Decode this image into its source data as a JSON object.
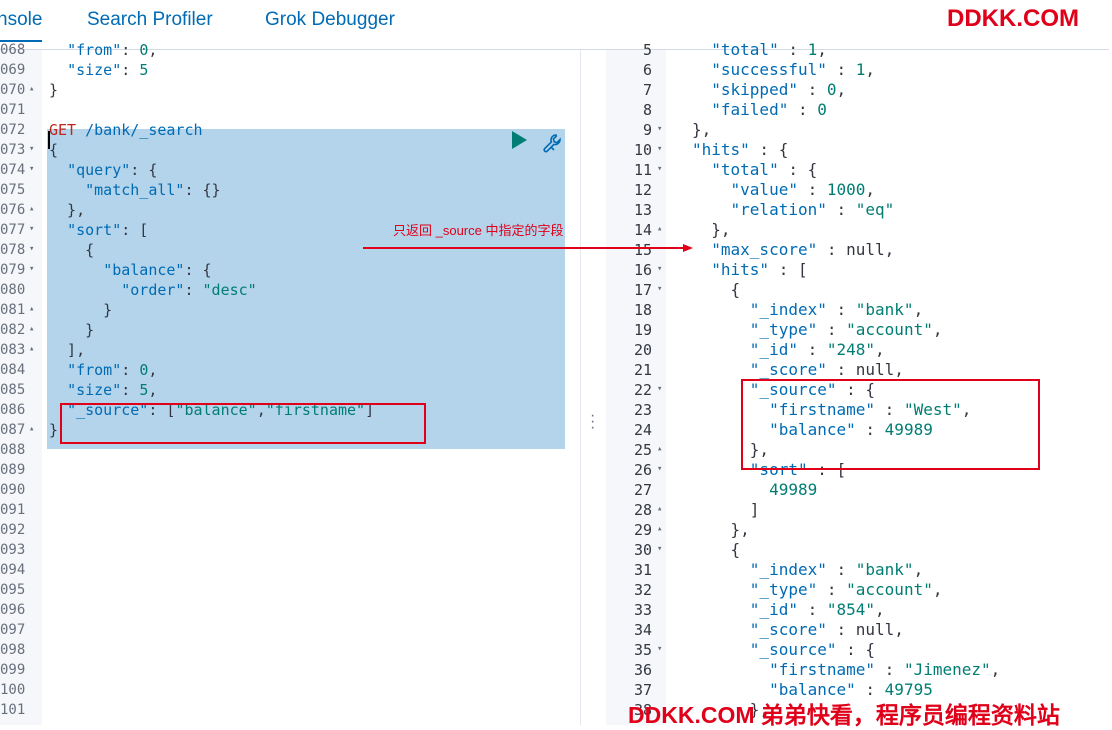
{
  "tabs": [
    {
      "label": "nsole",
      "active": true
    },
    {
      "label": "Search Profiler",
      "active": false
    },
    {
      "label": "Grok Debugger",
      "active": false
    }
  ],
  "brand": "DDKK.COM",
  "footer": "DDKK.COM 弟弟快看，程序员编程资料站",
  "annotation": "只返回 _source 中指定的字段",
  "colors": {
    "accent": "#006bb4",
    "string": "#017d73",
    "method": "#bd271e",
    "selection": "#b3d4ea",
    "annotation": "#e0001a"
  },
  "icons": {
    "run": "play-icon",
    "settings": "wrench-icon"
  },
  "editor": {
    "line_numbers": [
      "068",
      "069",
      "070",
      "071",
      "072",
      "073",
      "074",
      "075",
      "076",
      "077",
      "078",
      "079",
      "080",
      "081",
      "082",
      "083",
      "084",
      "085",
      "086",
      "087",
      "088",
      "089",
      "090",
      "091",
      "092",
      "093",
      "094",
      "095",
      "096",
      "097",
      "098",
      "099",
      "100",
      "101"
    ],
    "lines": [
      "  \"from\": 0,",
      "  \"size\": 5",
      "}",
      "",
      "GET /bank/_search",
      "{",
      "  \"query\": {",
      "    \"match_all\": {}",
      "  },",
      "  \"sort\": [",
      "    {",
      "      \"balance\": {",
      "        \"order\": \"desc\"",
      "      }",
      "    }",
      "  ],",
      "  \"from\": 0,",
      "  \"size\": 5,",
      "  \"_source\": [\"balance\",\"firstname\"]",
      "}"
    ]
  },
  "output": {
    "line_numbers": [
      "5",
      "6",
      "7",
      "8",
      "9",
      "10",
      "11",
      "12",
      "13",
      "14",
      "15",
      "16",
      "17",
      "18",
      "19",
      "20",
      "21",
      "22",
      "23",
      "24",
      "25",
      "26",
      "27",
      "28",
      "29",
      "30",
      "31",
      "32",
      "33",
      "34",
      "35",
      "36",
      "37",
      "38"
    ],
    "lines": [
      "  \"total\" : 1,",
      "  \"successful\" : 1,",
      "  \"skipped\" : 0,",
      "  \"failed\" : 0",
      "},",
      "\"hits\" : {",
      "  \"total\" : {",
      "    \"value\" : 1000,",
      "    \"relation\" : \"eq\"",
      "  },",
      "  \"max_score\" : null,",
      "  \"hits\" : [",
      "    {",
      "      \"_index\" : \"bank\",",
      "      \"_type\" : \"account\",",
      "      \"_id\" : \"248\",",
      "      \"_score\" : null,",
      "      \"_source\" : {",
      "        \"firstname\" : \"West\",",
      "        \"balance\" : 49989",
      "      },",
      "      \"sort\" : [",
      "        49989",
      "      ]",
      "    },",
      "    {",
      "      \"_index\" : \"bank\",",
      "      \"_type\" : \"account\",",
      "      \"_id\" : \"854\",",
      "      \"_score\" : null,",
      "      \"_source\" : {",
      "        \"firstname\" : \"Jimenez\",",
      "        \"balance\" : 49795",
      "      },"
    ]
  }
}
